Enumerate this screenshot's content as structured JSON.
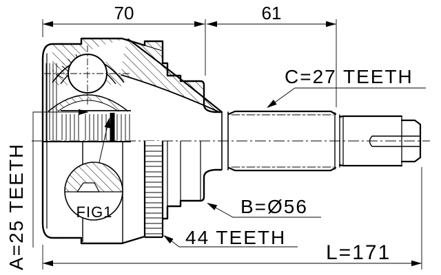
{
  "drawing": {
    "type": "cv-joint-technical-drawing",
    "dimensions": {
      "body_width": "70",
      "shaft_section": "61",
      "overall_length": "L=171"
    },
    "labels": {
      "outer_spline": "C=27 TEETH",
      "inner_spline": "A=25 TEETH",
      "body_diameter": "B=Ø56",
      "abs_ring": "44 TEETH",
      "detail_callout": "FIG1"
    },
    "colors": {
      "line": "#000000",
      "background": "#ffffff"
    }
  }
}
